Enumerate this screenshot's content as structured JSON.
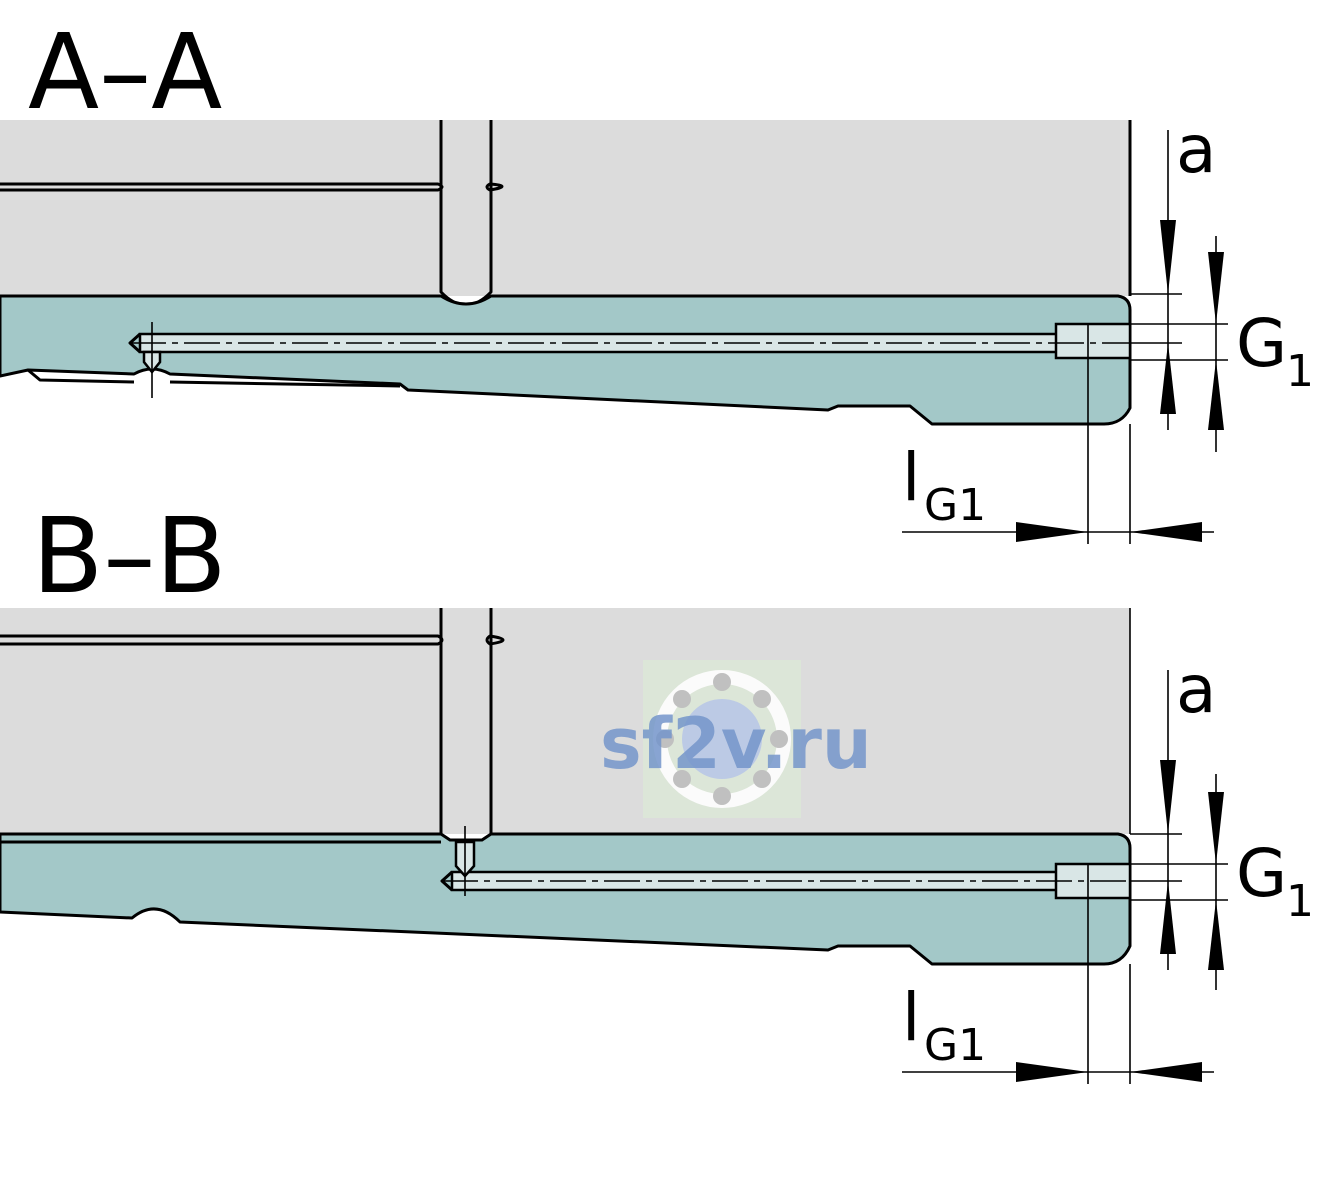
{
  "sections": [
    {
      "id": "a-a",
      "title": "A–A",
      "labels": {
        "a": "a",
        "g1_main": "G",
        "g1_sub": "1",
        "lg1_main": "l",
        "lg1_sub": "G1"
      }
    },
    {
      "id": "b-b",
      "title": "B–B",
      "labels": {
        "a": "a",
        "g1_main": "G",
        "g1_sub": "1",
        "lg1_main": "l",
        "lg1_sub": "G1"
      }
    }
  ],
  "watermark": {
    "text": "sf2v.ru"
  },
  "colors": {
    "block_fill": "#dcdcdc",
    "body_fill": "#a3c8c8",
    "bore_fill": "#d9e6e6",
    "watermark_text": "#6a8fc9"
  }
}
